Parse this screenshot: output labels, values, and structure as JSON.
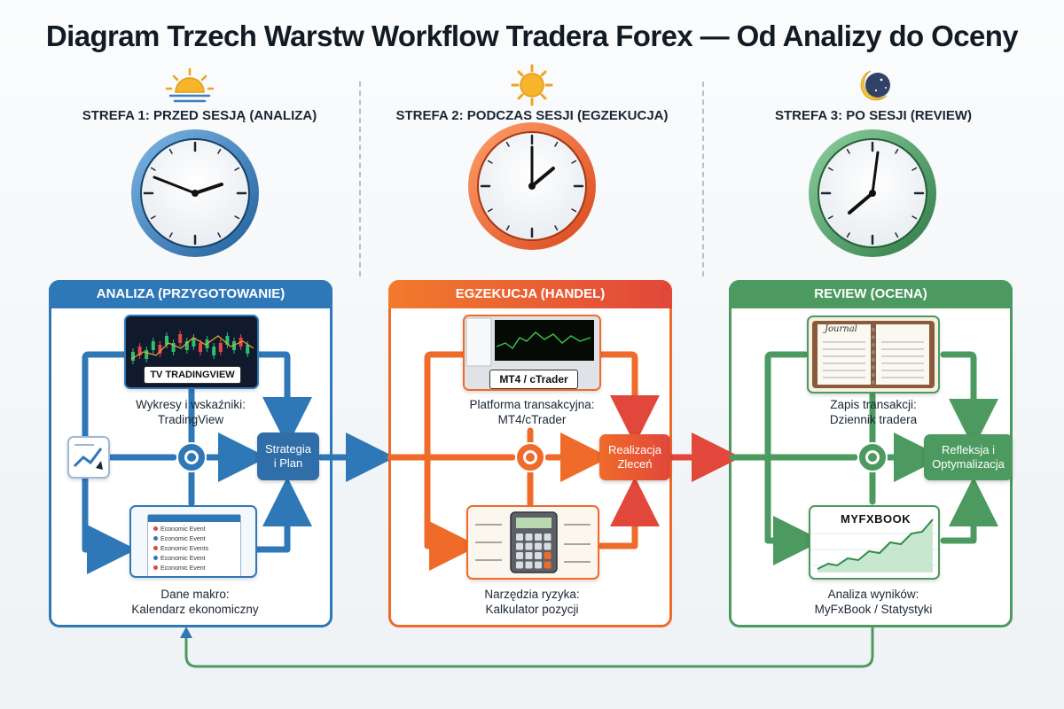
{
  "title": "Diagram Trzech Warstw Workflow Tradera Forex — Od Analizy do Oceny",
  "colors": {
    "blue": "#2f78b7",
    "orange": "#ef6b2a",
    "green": "#4c9a5f",
    "dark": "#1b2633"
  },
  "zones": [
    {
      "label": "STREFA 1: PRZED SESJĄ (ANALIZA)",
      "icon": "sunrise-icon",
      "panel_title": "ANALIZA (PRZYGOTOWANIE)",
      "top_badge": "TRADINGVIEW",
      "top_label_1": "Wykresy i wskaźniki:",
      "top_label_2": "TradingView",
      "action_1": "Strategia",
      "action_2": "i Plan",
      "bottom_label_1": "Dane makro:",
      "bottom_label_2": "Kalendarz ekonomiczny",
      "calendar_items": [
        "Economic Event",
        "Economic Event",
        "Economic Events",
        "Economic Event",
        "Economic Event"
      ]
    },
    {
      "label": "STREFA 2: PODCZAS SESJI (EGZEKUCJA)",
      "icon": "sun-icon",
      "panel_title": "EGZEKUCJA (HANDEL)",
      "top_badge": "MT4 / cTrader",
      "top_label_1": "Platforma transakcyjna:",
      "top_label_2": "MT4/cTrader",
      "action_1": "Realizacja",
      "action_2": "Zleceń",
      "bottom_label_1": "Narzędzia ryzyka:",
      "bottom_label_2": "Kalkulator pozycji"
    },
    {
      "label": "STREFA 3: PO SESJI (REVIEW)",
      "icon": "moon-icon",
      "panel_title": "REVIEW (OCENA)",
      "top_label_1": "Zapis transakcji:",
      "top_label_2": "Dziennik tradera",
      "journal_title": "Journal",
      "action_1": "Refleksja i",
      "action_2": "Optymalizacja",
      "bottom_badge": "MYFXBOOK",
      "bottom_label_1": "Analiza wyników:",
      "bottom_label_2": "MyFxBook / Statystyki"
    }
  ]
}
